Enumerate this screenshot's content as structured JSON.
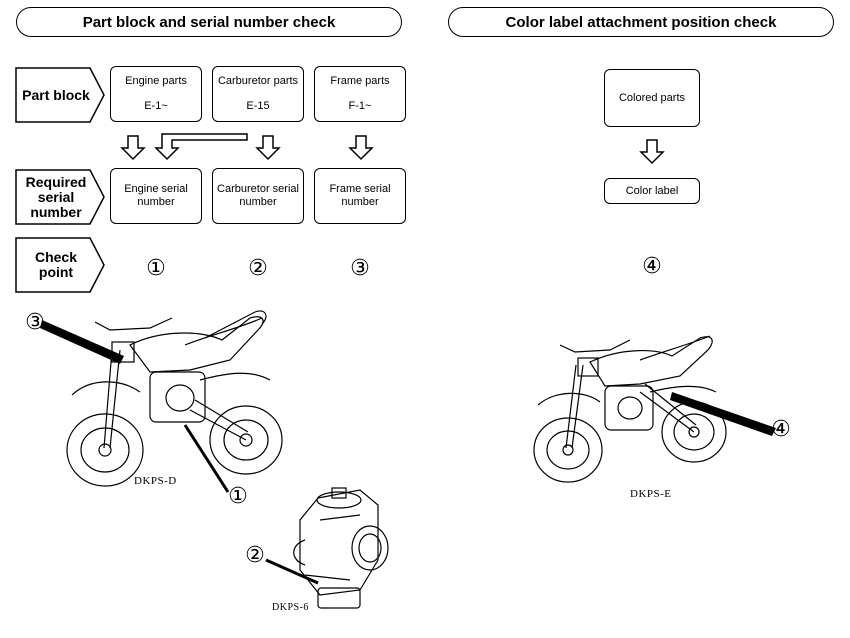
{
  "headers": {
    "left": "Part block and serial number check",
    "right": "Color label attachment position check"
  },
  "row_labels": {
    "part_block": "Part block",
    "required_serial_line1": "Required",
    "required_serial_line2": "serial",
    "required_serial_line3": "number",
    "check_point_line1": "Check",
    "check_point_line2": "point"
  },
  "part_blocks": [
    {
      "name": "Engine parts",
      "code": "E-1~"
    },
    {
      "name": "Carburetor parts",
      "code": "E-15"
    },
    {
      "name": "Frame parts",
      "code": "F-1~"
    }
  ],
  "serials": [
    {
      "line1": "Engine serial",
      "line2": "number"
    },
    {
      "line1": "Carburetor serial",
      "line2": "number"
    },
    {
      "line1": "Frame serial",
      "line2": "number"
    }
  ],
  "check_points": [
    "①",
    "②",
    "③"
  ],
  "color_section": {
    "colored_parts": "Colored parts",
    "color_label": "Color label",
    "check_point": "④"
  },
  "illustrations": {
    "bike_left_caption": "DKPS-D",
    "carb_caption": "DKPS-6",
    "bike_right_caption": "DKPS-E",
    "callout_frame": "③",
    "callout_engine": "①",
    "callout_carb": "②",
    "callout_color": "④"
  }
}
